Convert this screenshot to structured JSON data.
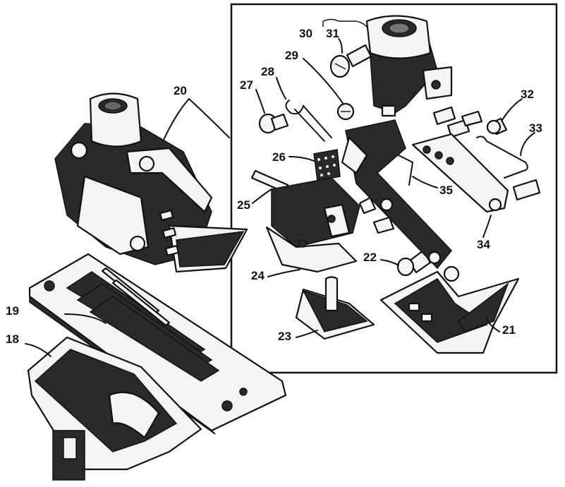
{
  "diagram": {
    "labels": [
      {
        "id": "p18",
        "text": "18"
      },
      {
        "id": "p19",
        "text": "19"
      },
      {
        "id": "p20",
        "text": "20"
      },
      {
        "id": "p21",
        "text": "21"
      },
      {
        "id": "p22",
        "text": "22"
      },
      {
        "id": "p23",
        "text": "23"
      },
      {
        "id": "p24",
        "text": "24"
      },
      {
        "id": "p25",
        "text": "25"
      },
      {
        "id": "p26",
        "text": "26"
      },
      {
        "id": "p27",
        "text": "27"
      },
      {
        "id": "p28",
        "text": "28"
      },
      {
        "id": "p29",
        "text": "29"
      },
      {
        "id": "p30",
        "text": "30"
      },
      {
        "id": "p31",
        "text": "31"
      },
      {
        "id": "p32",
        "text": "32"
      },
      {
        "id": "p33",
        "text": "33"
      },
      {
        "id": "p34",
        "text": "34"
      },
      {
        "id": "p35",
        "text": "35"
      }
    ]
  },
  "colors": {
    "ink": "#111111",
    "background": "#ffffff",
    "shadow": "#2a2a2a"
  }
}
